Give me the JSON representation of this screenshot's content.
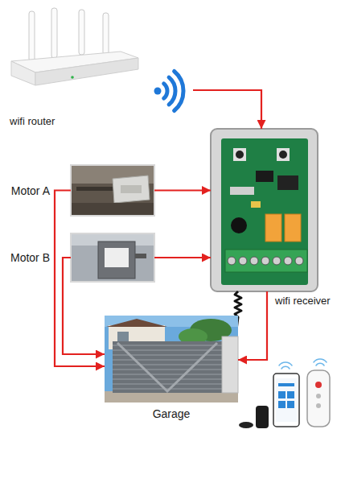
{
  "diagram": {
    "nodes": [
      {
        "text": [
          "wifi router"
        ]
      },
      {
        "text": [
          "Motor A"
        ]
      },
      {
        "text": [
          "Motor B"
        ]
      },
      {
        "text": [
          "wifi receiver"
        ]
      },
      {
        "text": [
          "Garage"
        ]
      }
    ],
    "edges": [
      {
        "from": 0,
        "to": 3,
        "arrow": "to"
      },
      {
        "from": 1,
        "to": 3,
        "arrow": "to"
      },
      {
        "from": 2,
        "to": 3,
        "arrow": "to"
      },
      {
        "from": 1,
        "to": 4,
        "arrow": "to"
      },
      {
        "from": 2,
        "to": 4,
        "arrow": "to"
      },
      {
        "from": 3,
        "to": 4,
        "arrow": "to"
      }
    ]
  }
}
